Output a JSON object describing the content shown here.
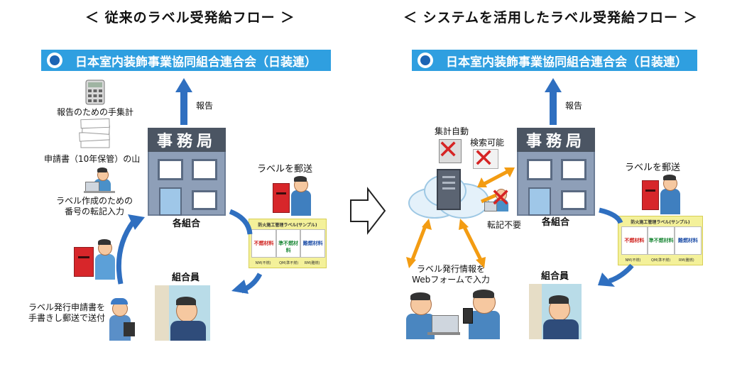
{
  "titles": {
    "left": "＜ 従来のラベル受発給フロー ＞",
    "right": "＜ システムを活用したラベル受発給フロー ＞"
  },
  "org_banner": "日本室内装飾事業協同組合連合会（日装連）",
  "left": {
    "report": "報告",
    "manual_tally": "報告のための手集計",
    "applications_pile": "申請書（10年保管）の山",
    "label_number_line1": "ラベル作成のための",
    "label_number_line2": "番号の転記入力",
    "office_sign": "事務局",
    "each_union": "各組合",
    "mail_label": "ラベルを郵送",
    "member": "組合員",
    "application_line1": "ラベル発行申請書を",
    "application_line2": "手書きし郵送で送付"
  },
  "right": {
    "report": "報告",
    "auto_tally": "集計自動",
    "searchable": "検索可能",
    "office_sign": "事務局",
    "mail_label": "ラベルを郵送",
    "each_union": "各組合",
    "no_transcription": "転記不要",
    "web_input_line1": "ラベル発行情報を",
    "web_input_line2": "Webフォームで入力",
    "member": "組合員"
  },
  "label_card": {
    "heading": "防火施工管理ラベル(サンプル)",
    "panels": [
      "不燃材料",
      "準不燃材料",
      "難燃材料"
    ],
    "footers": [
      "NM(不燃)",
      "QM(準不燃)",
      "RM(難燃)"
    ]
  },
  "colors": {
    "banner": "#2f9fe0",
    "arrow_blue": "#2f6fc0",
    "arrow_orange": "#f39c12",
    "cross_red": "#d62323"
  }
}
